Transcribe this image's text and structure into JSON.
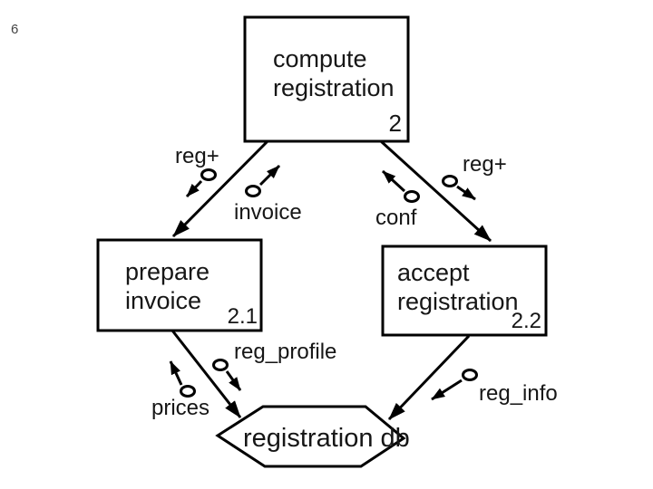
{
  "page": {
    "number": "6",
    "background_color": "#ffffff",
    "ink_color": "#000000"
  },
  "diagram": {
    "type": "data-flow-diagram",
    "processes": [
      {
        "name": "compute registration",
        "lines": [
          "compute",
          "registration"
        ],
        "number": "2"
      },
      {
        "name": "prepare invoice",
        "lines": [
          "prepare",
          "invoice"
        ],
        "number": "2.1"
      },
      {
        "name": "accept registration",
        "lines": [
          "accept",
          "registration"
        ],
        "number": "2.2"
      }
    ],
    "datastore": {
      "label": "registration db"
    },
    "flows": [
      {
        "label": "reg+"
      },
      {
        "label": "invoice"
      },
      {
        "label": "reg+"
      },
      {
        "label": "conf"
      },
      {
        "label": "reg_profile"
      },
      {
        "label": "prices"
      },
      {
        "label": "reg_info"
      }
    ],
    "connections": [
      {
        "from": "compute registration",
        "to": "prepare invoice"
      },
      {
        "from": "compute registration",
        "to": "accept registration"
      },
      {
        "from": "prepare invoice",
        "to": "registration db"
      },
      {
        "from": "accept registration",
        "to": "registration db"
      }
    ]
  }
}
